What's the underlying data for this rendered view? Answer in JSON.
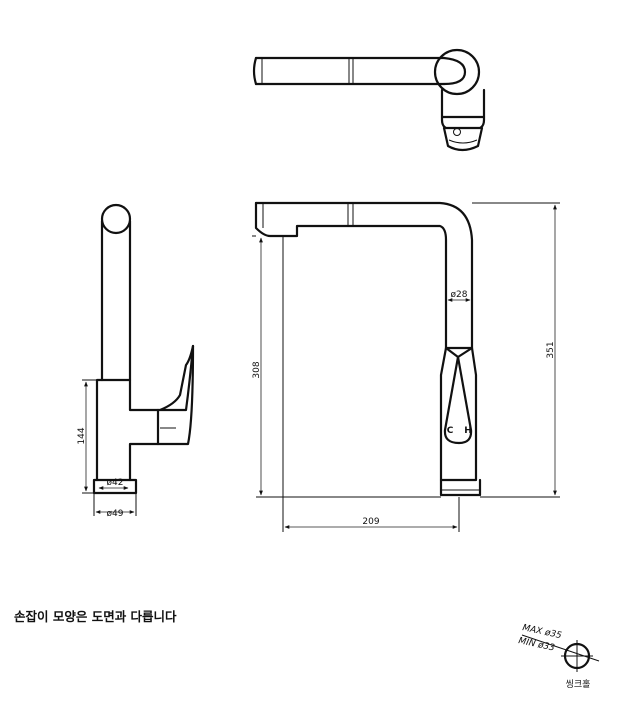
{
  "note": "손잡이 모양은 도면과 다릅니다",
  "side_view": {
    "height_label": "144",
    "inner_diameter_label": "ø42",
    "outer_diameter_label": "ø49"
  },
  "front_view": {
    "spout_diameter_label": "ø28",
    "spout_height_label": "308",
    "total_height_label": "351",
    "reach_label": "209",
    "handle_marks": {
      "cold": "C",
      "hot": "H"
    }
  },
  "mounting_hole": {
    "max_label": "MAX ø35",
    "min_label": "MIN ø33",
    "caption": "씽크홀"
  }
}
